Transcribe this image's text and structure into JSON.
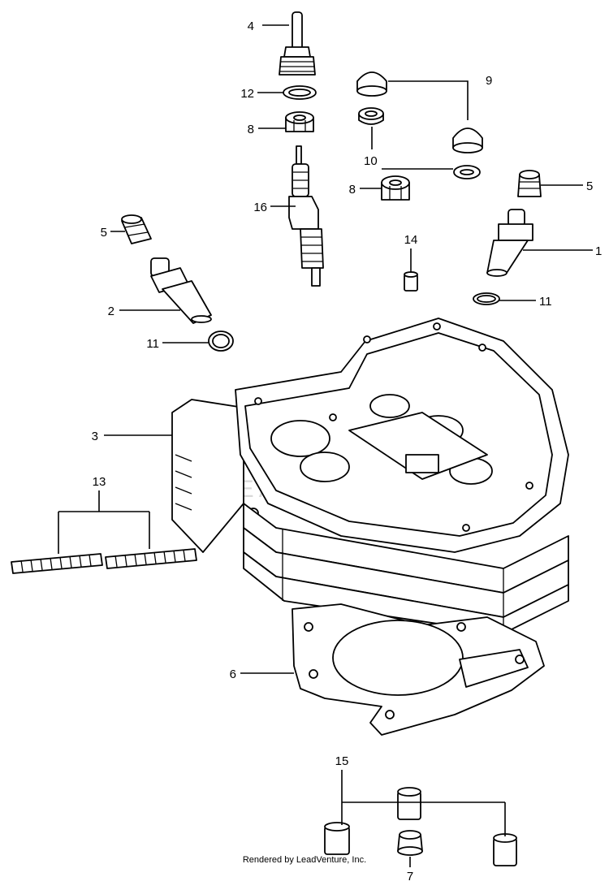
{
  "callouts": {
    "c1": "1",
    "c2": "2",
    "c3": "3",
    "c4": "4",
    "c5a": "5",
    "c5b": "5",
    "c6": "6",
    "c7": "7",
    "c8a": "8",
    "c8b": "8",
    "c9": "9",
    "c10": "10",
    "c11a": "11",
    "c11b": "11",
    "c12": "12",
    "c13": "13",
    "c14": "14",
    "c15": "15",
    "c16": "16"
  },
  "footer": "Rendered by LeadVenture, Inc.",
  "watermark": "LEADVENTURE"
}
